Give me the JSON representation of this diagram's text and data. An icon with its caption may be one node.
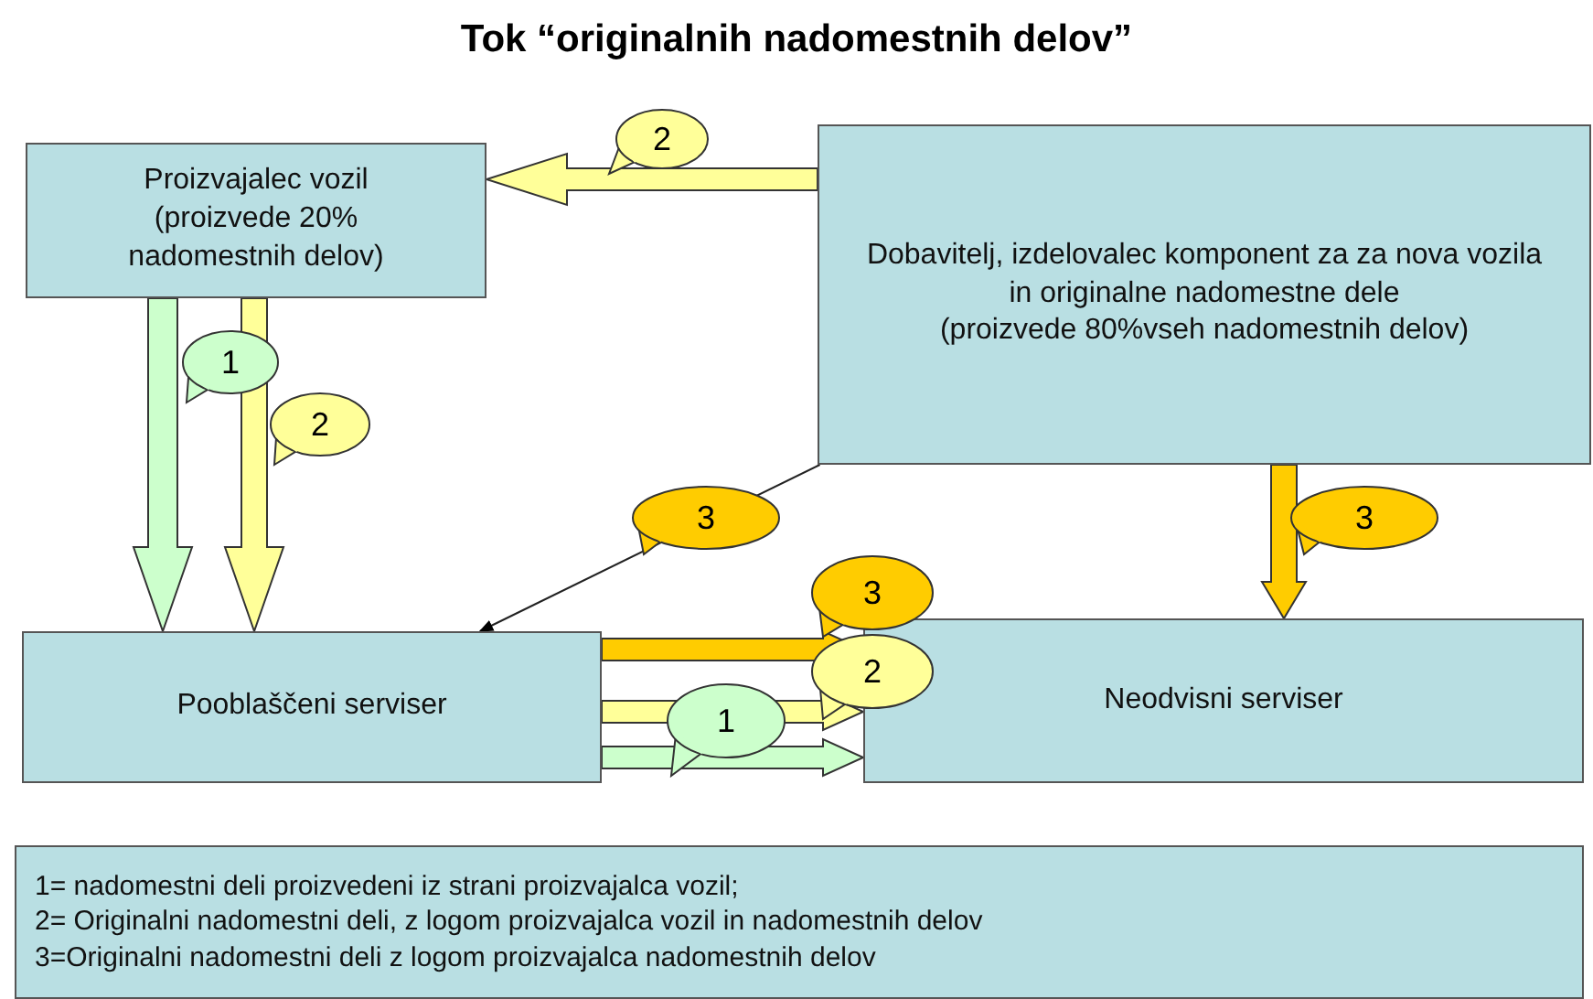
{
  "diagram": {
    "title": "Tok “originalnih nadomestnih delov”",
    "nodes": [
      {
        "text": [
          "Proizvajalec vozil",
          "(proizvede 20% nadomestnih delov)"
        ]
      },
      {
        "text": [
          "Dobavitelj, izdelovalec komponent za za nova vozila in originalne nadomestne dele",
          "(proizvede 80%vseh nadomestnih delov)"
        ]
      },
      {
        "text": [
          "Pooblaščeni serviser"
        ]
      },
      {
        "text": [
          "Neodvisni serviser"
        ]
      },
      {
        "text": [
          "1= nadomestni deli proizvedeni iz strani proizvajalca vozil;",
          "2= Originalni nadomestni deli, z logom proizvajalca vozil in nadomestnih delov",
          "3=Originalni nadomestni deli z logom proizvajalca nadomestnih delov"
        ]
      }
    ],
    "edges": [
      {
        "from": 1,
        "to": 0,
        "arrow": "to",
        "label": "2",
        "style": "thick",
        "color": "#ffff99"
      },
      {
        "from": 0,
        "to": 2,
        "arrow": "to",
        "label": "1",
        "style": "thick",
        "color": "#ccffcc"
      },
      {
        "from": 0,
        "to": 2,
        "arrow": "to",
        "label": "2",
        "style": "thick",
        "color": "#ffff99"
      },
      {
        "from": 1,
        "to": 2,
        "arrow": "to",
        "label": "3"
      },
      {
        "from": 1,
        "to": 3,
        "arrow": "to",
        "label": "3",
        "style": "thick",
        "color": "#ffcc00"
      },
      {
        "from": 2,
        "to": 3,
        "arrow": "to",
        "label": "3",
        "style": "thick",
        "color": "#ffcc00"
      },
      {
        "from": 2,
        "to": 3,
        "arrow": "to",
        "label": "2",
        "style": "thick",
        "color": "#ffff99"
      },
      {
        "from": 2,
        "to": 3,
        "arrow": "to",
        "label": "1",
        "style": "thick",
        "color": "#ccffcc"
      }
    ]
  }
}
